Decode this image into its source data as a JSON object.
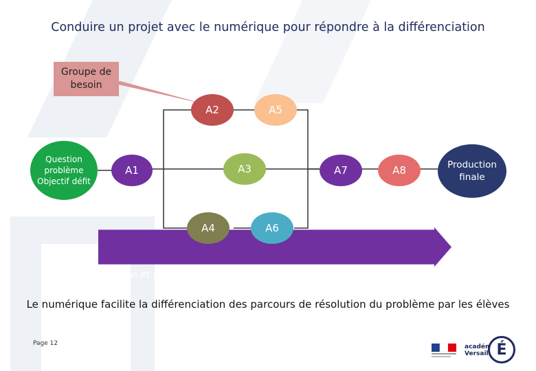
{
  "title": "Conduire un projet avec le numérique pour répondre à la différenciation",
  "callout": "Groupe de besoin",
  "start_node": "Question problème Objectif défit",
  "nodes": {
    "a1": "A1",
    "a2": "A2",
    "a3": "A3",
    "a4": "A4",
    "a5": "A5",
    "a6": "A6",
    "a7": "A7",
    "a8": "A8"
  },
  "final_node": "Production finale",
  "banner": "Suivi et gestion des apprentissages collaboratifs ( cahier / ENT)",
  "footnote": "Le numérique facilite la différenciation des parcours de résolution du problème par les élèves",
  "page_label": "Page 12",
  "logo": {
    "line1": "académie",
    "line2": "Versailles",
    "emblem": "É"
  },
  "colors": {
    "start": "#1aa548",
    "a1": "#7030a0",
    "a2": "#c0504d",
    "a3": "#9bbb59",
    "a4": "#7f7f4f",
    "a5": "#fac090",
    "a6": "#4bacc6",
    "a7": "#7030a0",
    "a8": "#e46c6c",
    "final": "#2a3a6e",
    "banner": "#7030a0",
    "callout": "#d99694"
  }
}
